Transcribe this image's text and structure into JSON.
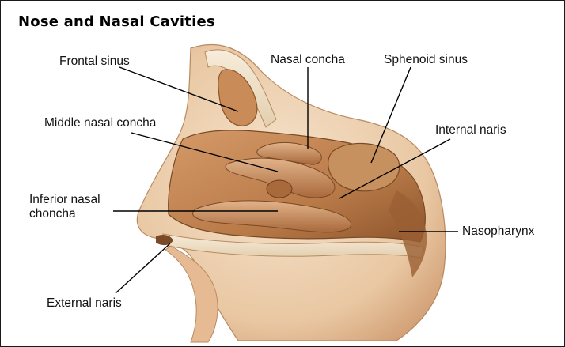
{
  "title": "Nose and Nasal Cavities",
  "labels": {
    "frontal_sinus": "Frontal sinus",
    "nasal_concha": "Nasal concha",
    "sphenoid_sinus": "Sphenoid sinus",
    "middle_nasal_concha": "Middle nasal concha",
    "internal_naris": "Internal naris",
    "inferior_nasal_choncha_line1": "Inferior nasal",
    "inferior_nasal_choncha_line2": "choncha",
    "nasopharynx": "Nasopharynx",
    "external_naris": "External naris"
  },
  "colors": {
    "skin_light": "#f3dcc2",
    "skin_mid": "#d8a67c",
    "cavity": "#c08552",
    "concha": "#b87a48",
    "bone": "#efe2c8",
    "shadow": "#7a4a26",
    "leader_line": "#000000"
  }
}
